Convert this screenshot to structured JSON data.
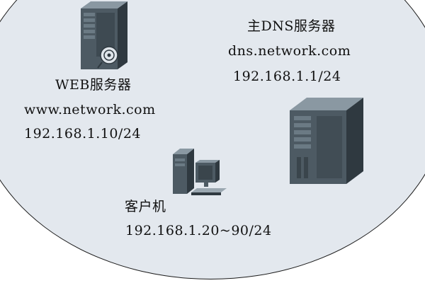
{
  "colors": {
    "background": "#ffffff",
    "network_area": "#e3e8ee",
    "border": "#1a1a1a",
    "text": "#111111",
    "device_body": "#4d5a63",
    "device_dark": "#2f3940",
    "device_light": "#8a98a2"
  },
  "nodes": {
    "dns_server": {
      "icon": "tower-server-icon",
      "title": "主DNS服务器",
      "hostname": "dns.network.com",
      "ip": "192.168.1.1/24"
    },
    "web_server": {
      "icon": "web-server-icon",
      "title": "WEB服务器",
      "hostname": "www.network.com",
      "ip": "192.168.1.10/24"
    },
    "client": {
      "icon": "desktop-computer-icon",
      "title": "客户机",
      "ip": "192.168.1.20~90/24"
    }
  }
}
